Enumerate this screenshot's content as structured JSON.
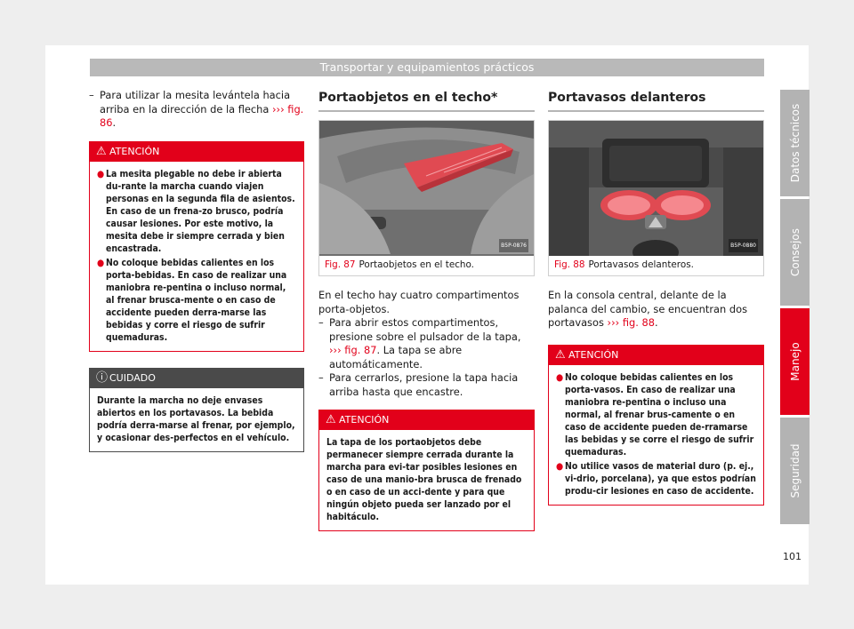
{
  "header": {
    "title": "Transportar y equipamientos prácticos"
  },
  "col1": {
    "intro_text": "Para utilizar la mesita levántela hacia arriba en la dirección de la flecha",
    "intro_arrows": "›››",
    "intro_ref": "fig. 86",
    "intro_end": ".",
    "warning": {
      "title": "ATENCIÓN",
      "items": [
        "La mesita plegable no debe ir abierta du-rante la marcha cuando viajen personas en la segunda fila de asientos. En caso de un frena-zo brusco, podría causar lesiones. Por este motivo, la mesita debe ir siempre cerrada y bien encastrada.",
        "No coloque bebidas calientes en los porta-bebidas. En caso de realizar una maniobra re-pentina o incluso normal, al frenar brusca-mente o en caso de accidente pueden derra-marse las bebidas y corre el riesgo de sufrir quemaduras."
      ]
    },
    "caution": {
      "title": "CUIDADO",
      "text": "Durante la marcha no deje envases abiertos en los portavasos. La bebida podría derra-marse al frenar, por ejemplo, y ocasionar des-perfectos en el vehículo."
    }
  },
  "col2": {
    "title": "Portaobjetos en el techo*",
    "figure": {
      "label": "Fig. 87",
      "caption": "Portaobjetos en el techo.",
      "code": "B5P-0876"
    },
    "paragraph": "En el techo hay cuatro compartimentos porta-objetos.",
    "steps": [
      {
        "text": "Para abrir estos compartimentos, presione sobre el pulsador de la tapa,",
        "arrows": "›››",
        "ref": "fig. 87",
        "end": ". La tapa se abre automáticamente."
      },
      {
        "text": "Para cerrarlos, presione la tapa hacia arriba hasta que encastre."
      }
    ],
    "warning": {
      "title": "ATENCIÓN",
      "text": "La tapa de los portaobjetos debe permanecer siempre cerrada durante la marcha para evi-tar posibles lesiones en caso de una manio-bra brusca de frenado o en caso de un acci-dente y para que ningún objeto pueda ser lanzado por el habitáculo."
    }
  },
  "col3": {
    "title": "Portavasos delanteros",
    "figure": {
      "label": "Fig. 88",
      "caption": "Portavasos delanteros.",
      "code": "B5P-0880"
    },
    "paragraph": "En la consola central, delante de la palanca del cambio, se encuentran dos portavasos",
    "para_arrows": "›››",
    "para_ref": "fig. 88",
    "para_end": ".",
    "warning": {
      "title": "ATENCIÓN",
      "items": [
        "No coloque bebidas calientes en los porta-vasos. En caso de realizar una maniobra re-pentina o incluso una normal, al frenar brus-camente o en caso de accidente pueden de-rramarse las bebidas y se corre el riesgo de sufrir quemaduras.",
        "No utilice vasos de material duro (p. ej., vi-drio, porcelana), ya que estos podrían produ-cir lesiones en caso de accidente."
      ]
    }
  },
  "side_tabs": [
    {
      "label": "Datos técnicos",
      "active": false
    },
    {
      "label": "Consejos",
      "active": false
    },
    {
      "label": "Manejo",
      "active": true
    },
    {
      "label": "Seguridad",
      "active": false
    }
  ],
  "page_number": "101",
  "colors": {
    "accent": "#e2001a",
    "tab_inactive": "#b3b3b3",
    "caution": "#4a4a4a"
  }
}
